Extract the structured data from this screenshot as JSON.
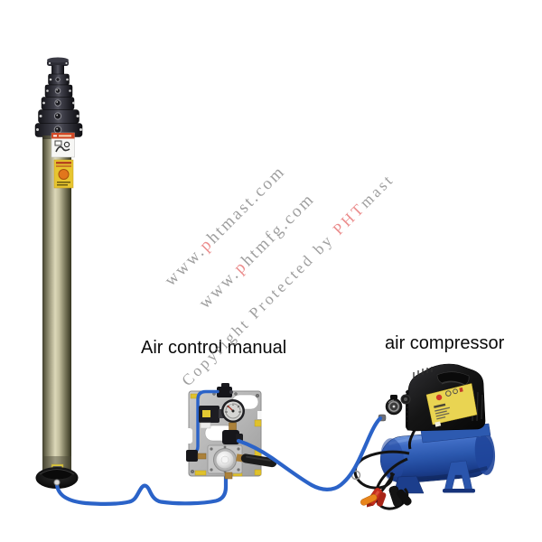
{
  "labels": {
    "air_control_manual": "Air control manual",
    "air_compressor": "air compressor"
  },
  "watermarks": {
    "w1": {
      "prefix": "www.",
      "red": "p",
      "suffix": "htmast.com"
    },
    "w2": {
      "prefix": "www.",
      "red": "p",
      "suffix": "htmfg.com"
    },
    "w3": {
      "prefix": "Copyright Protected by ",
      "red": "PHT",
      "suffix": "mast"
    }
  },
  "colors": {
    "caption_black": "#0a0a0a",
    "watermark_grey": "#8e8e8e",
    "watermark_red": "#e87a7a",
    "hose_blue": "#2b63c8",
    "tank_blue": "#2e5cb4",
    "label_yellow": "#e9d452",
    "plate_grey": "#bcbcbc",
    "warning_red": "#d14a28",
    "warning_yellow": "#e7c52f",
    "head_black": "#26262e",
    "brass": "#ab813a"
  },
  "icons": {
    "mast": "telescopic-pneumatic-mast",
    "control_panel": "air-control-manual-panel",
    "compressor": "air-compressor-unit",
    "hoses": "blue-air-hoses",
    "clamps": "battery-clamp-cables"
  }
}
